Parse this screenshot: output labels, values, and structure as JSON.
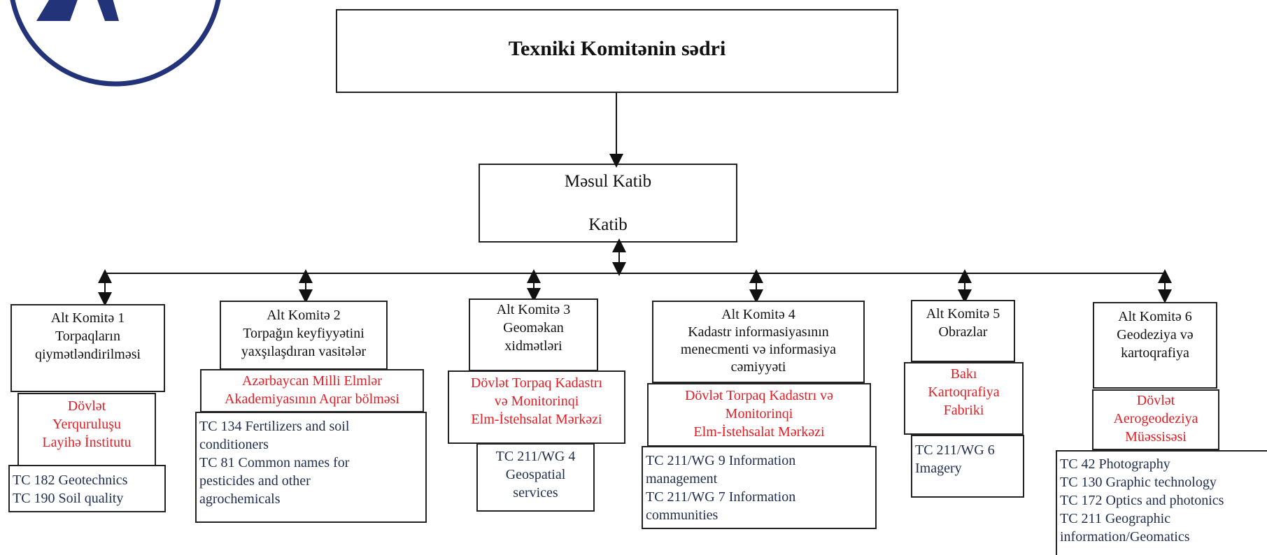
{
  "top": {
    "title": "Texniki Komitənin sədri"
  },
  "secretary": {
    "line1": "Məsul Katib",
    "line2": "Katib"
  },
  "subcommittees": [
    {
      "head": [
        "Alt  Komitə 1",
        "Torpaqların",
        "qiymətləndirilməsi"
      ],
      "org": [
        "Dövlət",
        "Yerquruluşu",
        "Layihə İnstitutu"
      ],
      "tcs": [
        "TC 182 Geotechnics",
        "TC 190 Soil quality"
      ]
    },
    {
      "head": [
        "Alt  Komitə 2",
        "Torpağın keyfiyyətini",
        "yaxşılaşdıran vasitələr"
      ],
      "org": [
        "Azərbaycan Milli Elmlər",
        "Akademiyasının Aqrar bölməsi"
      ],
      "tcs": [
        "TC 134 Fertilizers and soil",
        "conditioners",
        "TC 81 Common names for",
        "pesticides and other",
        "agrochemicals"
      ]
    },
    {
      "head": [
        "Alt  Komitə 3",
        "Geoməkan",
        "xidmətləri"
      ],
      "org": [
        "Dövlət  Torpaq Kadastrı",
        "və Monitorinqi",
        "Elm-İstehsalat Mərkəzi"
      ],
      "tcs": [
        "TC 211/WG 4",
        "Geospatial",
        "services"
      ]
    },
    {
      "head": [
        "Alt  Komitə 4",
        "Kadastr informasiyasının",
        "menecmenti və informasiya",
        "cəmiyyəti"
      ],
      "org": [
        "Dövlət  Torpaq Kadastrı və",
        "Monitorinqi",
        "Elm-İstehsalat Mərkəzi"
      ],
      "tcs": [
        "TC 211/WG 9 Information",
        "management",
        "TC 211/WG 7 Information",
        "communities"
      ]
    },
    {
      "head": [
        "Alt  Komitə 5",
        "Obrazlar"
      ],
      "org": [
        "Bakı",
        "Kartoqrafiya",
        "Fabriki"
      ],
      "tcs": [
        "TC 211/WG 6",
        "Imagery"
      ]
    },
    {
      "head": [
        "Alt  Komitə 6",
        "Geodeziya və",
        "kartoqrafiya"
      ],
      "org": [
        "Dövlət",
        "Aerogeodeziya",
        "Müəssisəsi"
      ],
      "tcs": [
        "TC 42   Photography",
        "TC 130 Graphic technology",
        "TC 172 Optics and photonics",
        "TC 211 Geographic",
        "information/Geomatics"
      ]
    }
  ],
  "colors": {
    "org_text": "#e31e24",
    "tc_text": "#1f2d4d",
    "logo": "#22337a",
    "lines": "#111111"
  }
}
